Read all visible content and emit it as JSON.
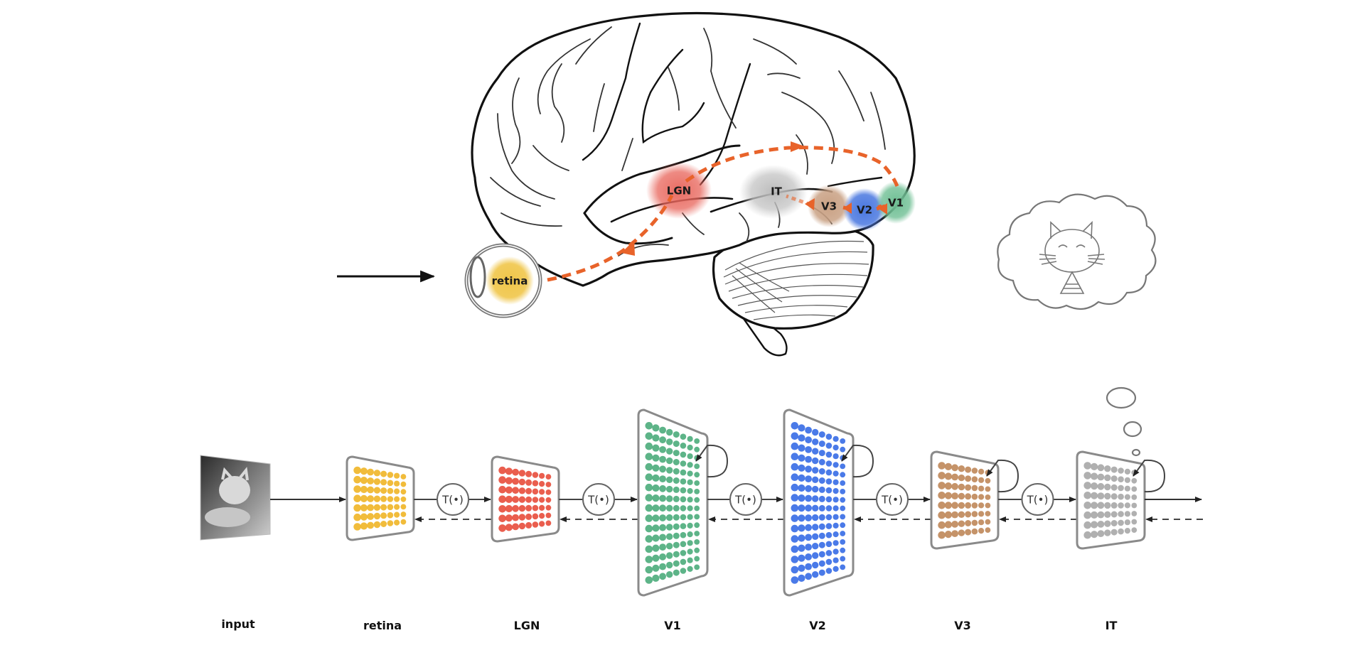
{
  "figure": {
    "description": "Ventral visual stream in the brain and its hierarchical neural-network analogue",
    "brain": {
      "regions": [
        {
          "id": "retina",
          "label": "retina",
          "color": "#f0c64a"
        },
        {
          "id": "lgn",
          "label": "LGN",
          "color": "#e8645a"
        },
        {
          "id": "v1",
          "label": "V1",
          "color": "#5fb58a"
        },
        {
          "id": "v2",
          "label": "V2",
          "color": "#4a78e0"
        },
        {
          "id": "v3",
          "label": "V3",
          "color": "#c9a184"
        },
        {
          "id": "it",
          "label": "IT",
          "color": "#bdbdbd"
        }
      ],
      "pathway_color": "#e8632a",
      "input_arrow_icon": "arrow-right-icon"
    },
    "network": {
      "stages": [
        {
          "id": "input",
          "label": "input",
          "kind": "image"
        },
        {
          "id": "retina",
          "label": "retina",
          "color": "#f0b62a",
          "cols": 8,
          "rows": 7,
          "recurrent": false
        },
        {
          "id": "lgn",
          "label": "LGN",
          "color": "#e8503f",
          "cols": 8,
          "rows": 7,
          "recurrent": false
        },
        {
          "id": "v1",
          "label": "V1",
          "color": "#4fae7e",
          "cols": 8,
          "rows": 16,
          "recurrent": true
        },
        {
          "id": "v2",
          "label": "V2",
          "color": "#3b6fe6",
          "cols": 8,
          "rows": 16,
          "recurrent": true
        },
        {
          "id": "v3",
          "label": "V3",
          "color": "#c08a5c",
          "cols": 8,
          "rows": 8,
          "recurrent": true
        },
        {
          "id": "it",
          "label": "IT",
          "color": "#a9a9a9",
          "cols": 8,
          "rows": 8,
          "recurrent": true
        }
      ],
      "transform_label": "T(•)",
      "feedforward_icon": "solid-arrow-icon",
      "feedback_icon": "dashed-arrow-icon"
    },
    "thought_bubble": {
      "content_icon": "cat-icon"
    }
  }
}
